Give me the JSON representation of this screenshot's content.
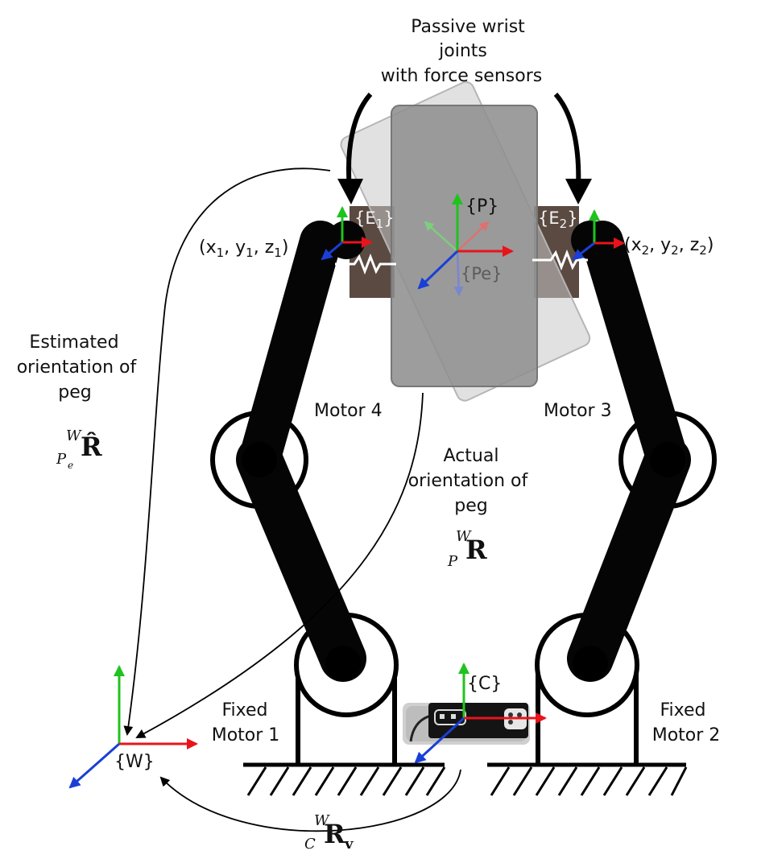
{
  "labels": {
    "passive_line1": "Passive wrist",
    "passive_line2": "joints",
    "passive_line3": "with force sensors",
    "frame_p": "{P}",
    "frame_pe": "{Pe}",
    "frame_e1": "{E",
    "frame_e1_sub": "1",
    "frame_e1_close": "}",
    "frame_e2": "{E",
    "frame_e2_sub": "2",
    "frame_e2_close": "}",
    "coord_left": "(x",
    "coord_left_s1": "1",
    "coord_left_m1": ", y",
    "coord_left_s2": "1",
    "coord_left_m2": ", z",
    "coord_left_s3": "1",
    "coord_left_end": ")",
    "coord_right": "(x",
    "coord_right_s1": "2",
    "coord_right_m1": ", y",
    "coord_right_s2": "2",
    "coord_right_m2": ", z",
    "coord_right_s3": "2",
    "coord_right_end": ")",
    "est_line1": "Estimated",
    "est_line2": "orientation of",
    "est_line3": "peg",
    "motor4": "Motor 4",
    "motor3": "Motor 3",
    "actual_line1": "Actual",
    "actual_line2": "orientation of",
    "actual_line3": "peg",
    "frame_c": "{C}",
    "frame_w": "{W}",
    "fixed1_line1": "Fixed",
    "fixed1_line2": "Motor 1",
    "fixed2_line1": "Fixed",
    "fixed2_line2": "Motor 2"
  },
  "math": {
    "est_sup": "W",
    "est_sub": "P",
    "est_subsub": "e",
    "est_main": "R̂",
    "act_sup": "W",
    "act_sub": "P",
    "act_main": "R",
    "cam_sup": "W",
    "cam_sub": "C",
    "cam_main": "R",
    "cam_mainsub": "v"
  },
  "colors": {
    "x_axis": "#e8141b",
    "y_axis": "#1fc31f",
    "z_axis": "#1a3fd6",
    "link": "#050505",
    "peg": "#8f8f8f",
    "sensor_block": "#5a4a42"
  }
}
